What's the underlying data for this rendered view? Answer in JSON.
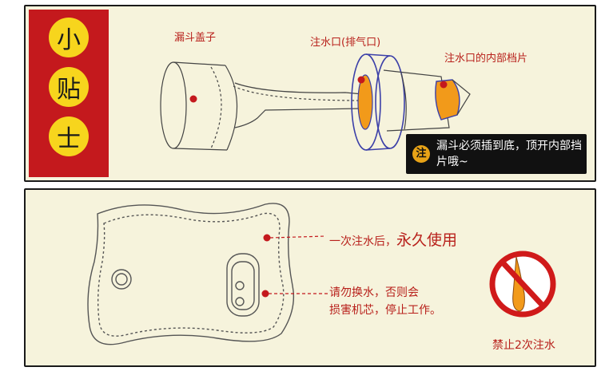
{
  "tips_badge": [
    "小",
    "贴",
    "士"
  ],
  "diagram_top": {
    "labels": {
      "funnel_cap": "漏斗盖子",
      "water_inlet": "注水口(排气口)",
      "inner_baffle": "注水口的内部档片"
    },
    "note": {
      "icon_text": "注",
      "text": "漏斗必须插到底，顶开内部挡片哦~"
    }
  },
  "diagram_bottom": {
    "labels": {
      "once_fill_prefix": "一次注水后，",
      "once_fill_suffix": "永久使用",
      "no_change_line1": "请勿换水，否则会",
      "no_change_line2": "损害机芯，停止工作。",
      "no_second_fill": "禁止2次注水"
    }
  },
  "colors": {
    "sidebar_red": "#c4191d",
    "badge_yellow": "#f7d51d",
    "label_red": "#b8201b",
    "panel_bg": "#f6f3dc",
    "orange_fill": "#f29a1a",
    "blue_outline": "#3b3fa8"
  }
}
